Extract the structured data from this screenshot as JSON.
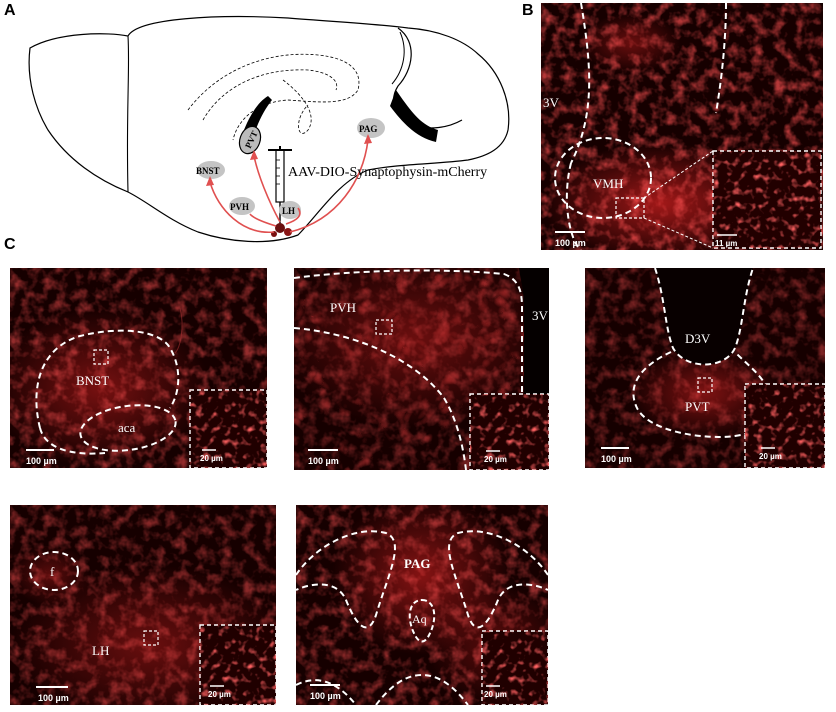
{
  "panels": {
    "a": "A",
    "b": "B",
    "c": "C"
  },
  "schematic": {
    "injection_label": "AAV-DIO-Synaptophysin-mCherry",
    "regions": {
      "pvt": "PVT",
      "bnst": "BNST",
      "pvh": "PVH",
      "lh": "LH",
      "pag": "PAG"
    }
  },
  "panel_b": {
    "v3": "3V",
    "vmh": "VMH",
    "scale": "100 µm",
    "inset_scale": "11 µm"
  },
  "bnst_panel": {
    "region": "BNST",
    "aca": "aca",
    "scale": "100 µm",
    "inset_scale": "20 µm"
  },
  "pvh_panel": {
    "region": "PVH",
    "v3": "3V",
    "scale": "100 µm",
    "inset_scale": "20 µm"
  },
  "pvt_panel": {
    "region": "PVT",
    "d3v": "D3V",
    "scale": "100 µm",
    "inset_scale": "20 µm"
  },
  "lh_panel": {
    "region": "LH",
    "f": "f",
    "scale": "100 µm",
    "inset_scale": "20 µm"
  },
  "pag_panel": {
    "region": "PAG",
    "aq": "Aq",
    "scale": "100 µm",
    "inset_scale": "20 µm"
  },
  "colors": {
    "fluor": "#c81818",
    "bg": "#160000",
    "arrow": "#e05050"
  }
}
